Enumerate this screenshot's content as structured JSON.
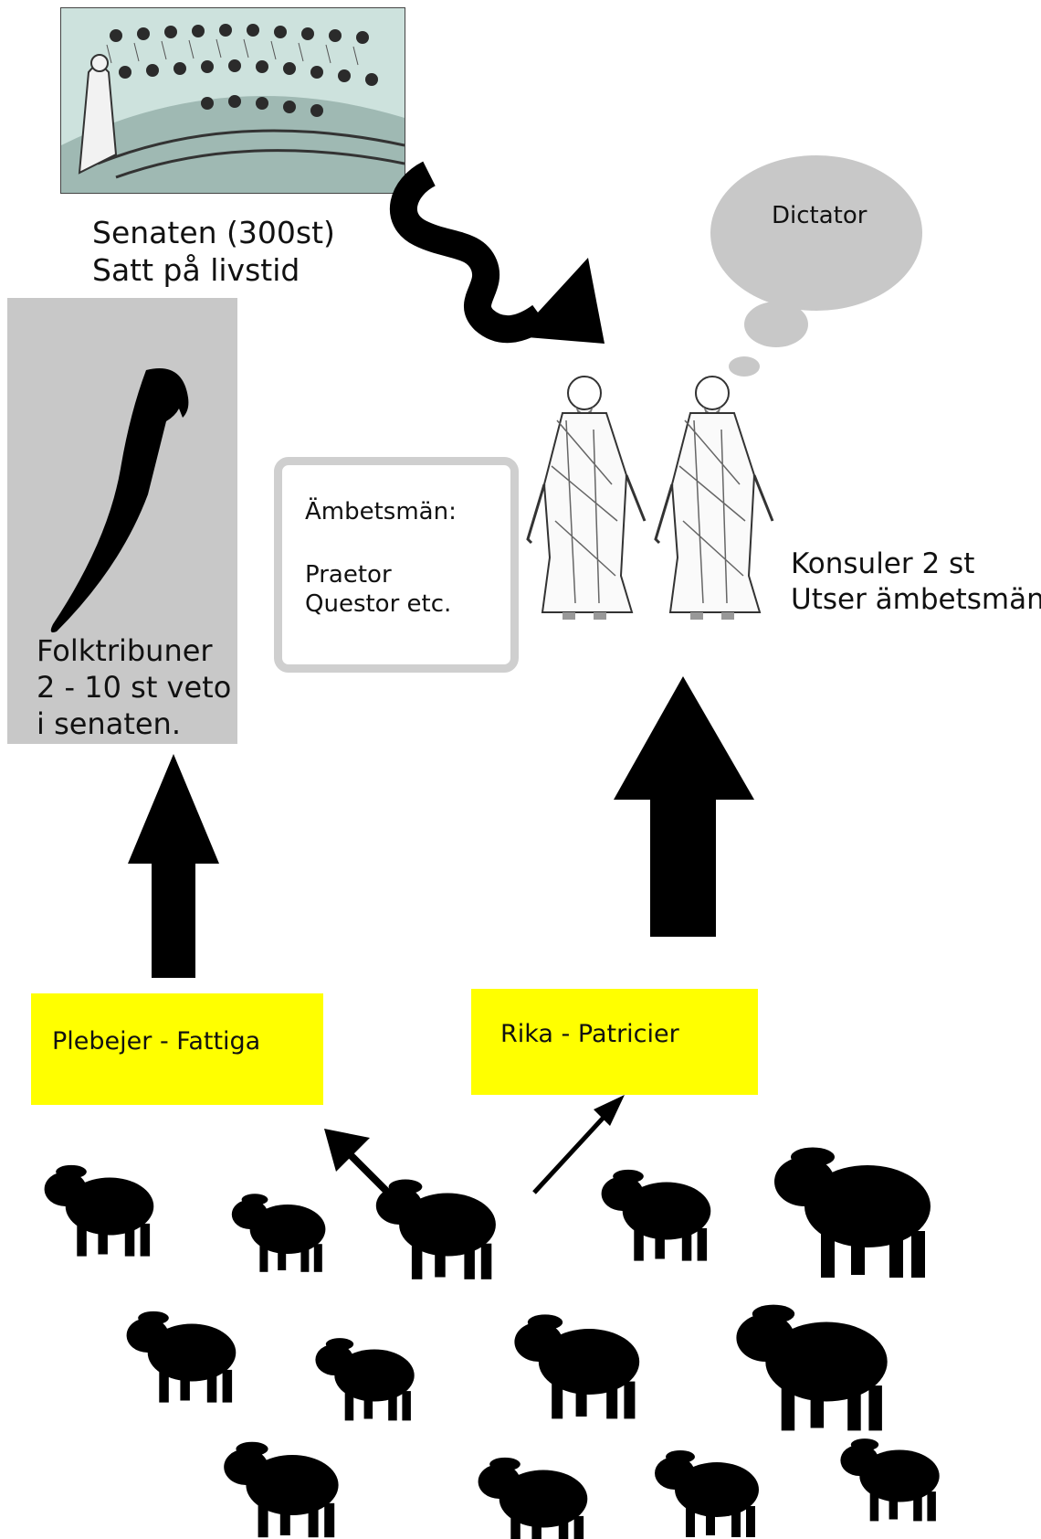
{
  "senate": {
    "line1": "Senaten (300st)",
    "line2": "Satt på livstid"
  },
  "tribunes": {
    "line1": "Folktribuner",
    "line2": "2 - 10 st veto",
    "line3": "i senaten."
  },
  "officials": {
    "line1": "Ämbetsmän:",
    "line2": "Praetor",
    "line3": "Questor etc."
  },
  "consuls": {
    "line1": "Konsuler 2 st",
    "line2": "Utser ämbetsmän"
  },
  "dictator": {
    "label": "Dictator"
  },
  "plebeians": {
    "label": "Plebejer - Fattiga"
  },
  "patricians": {
    "label": "Rika - Patricier"
  },
  "colors": {
    "panel_gray": "#c8c8c8",
    "highlight_yellow": "#ffff00",
    "arrow_black": "#000000"
  }
}
